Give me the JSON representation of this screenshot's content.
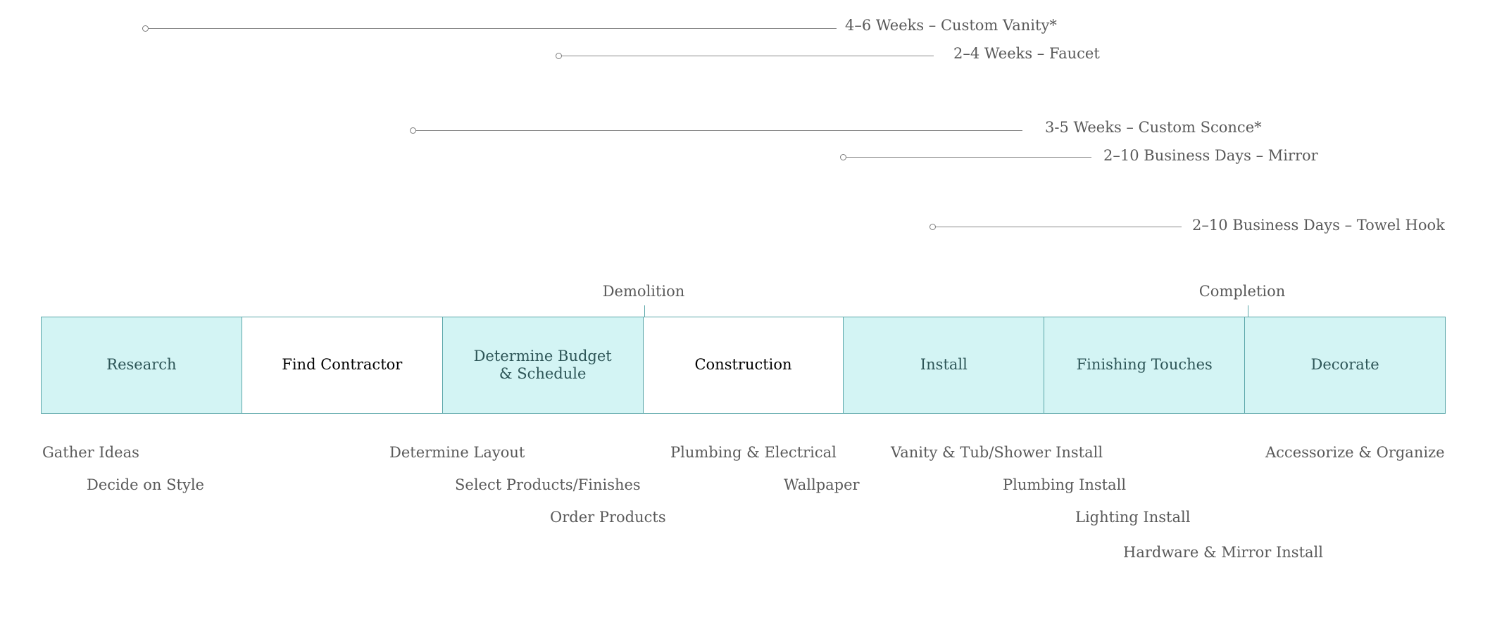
{
  "lead_times": [
    {
      "label": "4–6 Weeks – Custom Vanity*"
    },
    {
      "label": "2–4 Weeks – Faucet"
    },
    {
      "label": "3-5 Weeks – Custom Sconce*"
    },
    {
      "label": "2–10 Business Days – Mirror"
    },
    {
      "label": "2–10 Business Days – Towel Hook"
    }
  ],
  "milestones": [
    {
      "label": "Demolition"
    },
    {
      "label": "Completion"
    }
  ],
  "phases": [
    {
      "label": "Research",
      "style": "teal"
    },
    {
      "label": "Find Contractor",
      "style": "white"
    },
    {
      "label": "Determine Budget\n& Schedule",
      "style": "teal"
    },
    {
      "label": "Construction",
      "style": "white"
    },
    {
      "label": "Install",
      "style": "teal"
    },
    {
      "label": "Finishing Touches",
      "style": "teal"
    },
    {
      "label": "Decorate",
      "style": "teal"
    }
  ],
  "tasks": [
    {
      "label": "Gather Ideas"
    },
    {
      "label": "Decide on Style"
    },
    {
      "label": "Determine Layout"
    },
    {
      "label": "Select Products/Finishes"
    },
    {
      "label": "Order Products"
    },
    {
      "label": "Plumbing & Electrical"
    },
    {
      "label": "Wallpaper"
    },
    {
      "label": "Vanity & Tub/Shower Install"
    },
    {
      "label": "Plumbing Install"
    },
    {
      "label": "Lighting Install"
    },
    {
      "label": "Hardware & Mirror Install"
    },
    {
      "label": "Accessorize & Organize"
    }
  ],
  "colors": {
    "teal_fill": "#d3f4f4",
    "teal_border": "#5aa6a9",
    "text_gray": "#5a5a5a",
    "line_gray": "#8a8a8a"
  }
}
